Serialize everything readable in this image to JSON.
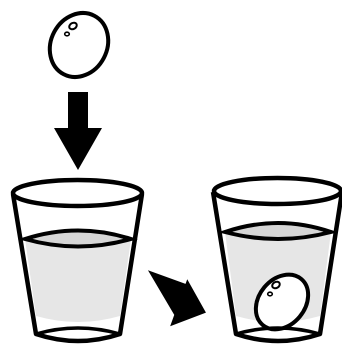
{
  "diagram": {
    "kind": "illustration",
    "colors": {
      "stroke": "#000000",
      "water": "#e6e6e6",
      "background": "#ffffff"
    },
    "elements": [
      "egg",
      "down-arrow",
      "glass-with-water",
      "diagonal-arrow",
      "glass-with-sunken-egg"
    ]
  }
}
